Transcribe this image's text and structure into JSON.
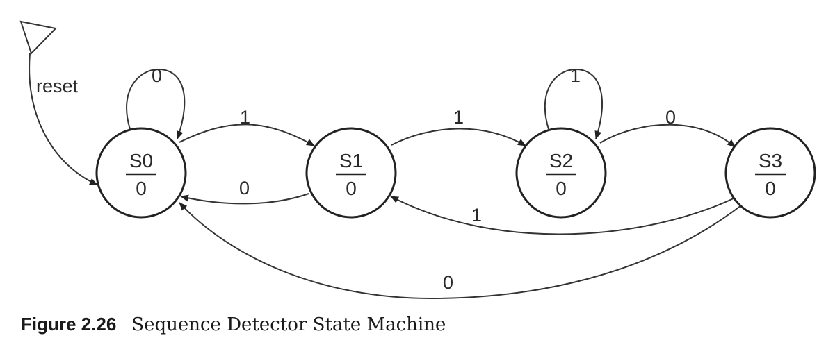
{
  "reset_label": "reset",
  "states": [
    {
      "id": "S0",
      "output": "0"
    },
    {
      "id": "S1",
      "output": "0"
    },
    {
      "id": "S2",
      "output": "0"
    },
    {
      "id": "S3",
      "output": "0"
    }
  ],
  "transitions": [
    {
      "from": "S0",
      "to": "S0",
      "input": "0"
    },
    {
      "from": "S0",
      "to": "S1",
      "input": "1"
    },
    {
      "from": "S1",
      "to": "S0",
      "input": "0"
    },
    {
      "from": "S1",
      "to": "S2",
      "input": "1"
    },
    {
      "from": "S2",
      "to": "S2",
      "input": "1"
    },
    {
      "from": "S2",
      "to": "S3",
      "input": "0"
    },
    {
      "from": "S3",
      "to": "S1",
      "input": "1"
    },
    {
      "from": "S3",
      "to": "S0",
      "input": "0"
    }
  ],
  "caption": {
    "number": "Figure 2.26",
    "text": "Sequence Detector State Machine"
  }
}
